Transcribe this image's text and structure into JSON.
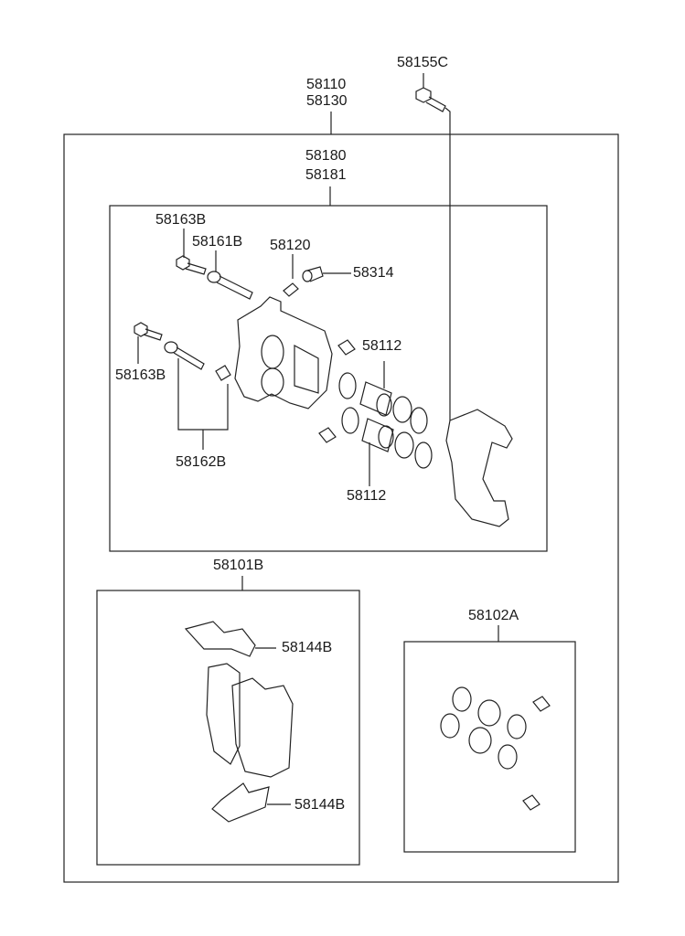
{
  "diagram": {
    "type": "parts-exploded-view",
    "colors": {
      "line": "#222222",
      "background": "#ffffff"
    },
    "frames": {
      "outer_assembly": {
        "labels": [
          "58110",
          "58130"
        ]
      },
      "caliper_body": {
        "labels": [
          "58180",
          "58181"
        ]
      },
      "pad_kit": {
        "label": "58101B"
      },
      "seal_kit": {
        "label": "58102A"
      }
    },
    "parts": {
      "bracket_bolt": "58155C",
      "guide_bolt_upper": "58163B",
      "guide_pin_upper": "58161B",
      "bleeder_screw": "58120",
      "bleeder_cap": "58314",
      "guide_bolt_lower": "58163B",
      "guide_pin_boot_set": "58162B",
      "piston_seal_upper": "58112",
      "piston_seal_lower": "58112",
      "pad_clip_upper": "58144B",
      "pad_clip_lower": "58144B"
    }
  }
}
